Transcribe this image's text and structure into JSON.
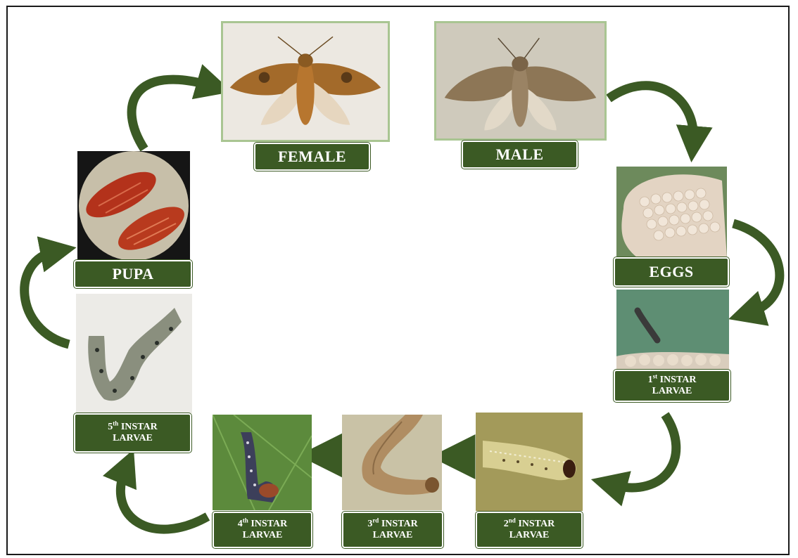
{
  "stages": {
    "female": {
      "label": "FEMALE"
    },
    "male": {
      "label": "MALE"
    },
    "eggs": {
      "label": "EGGS"
    },
    "pupa": {
      "label": "PUPA"
    },
    "instar1": {
      "num": "1",
      "sup": "st",
      "word": "INSTAR",
      "line2": "LARVAE"
    },
    "instar2": {
      "num": "2",
      "sup": "nd",
      "word": "INSTAR",
      "line2": "LARVAE"
    },
    "instar3": {
      "num": "3",
      "sup": "rd",
      "word": "INSTAR",
      "line2": "LARVAE"
    },
    "instar4": {
      "num": "4",
      "sup": "th",
      "word": "INSTAR",
      "line2": "LARVAE"
    },
    "instar5": {
      "num": "5",
      "sup": "th",
      "word": "INSTAR",
      "line2": "LARVAE"
    }
  },
  "colors": {
    "label_bg": "#3b5a24",
    "arrow": "#3b5a24",
    "label_text": "#ffffff"
  }
}
